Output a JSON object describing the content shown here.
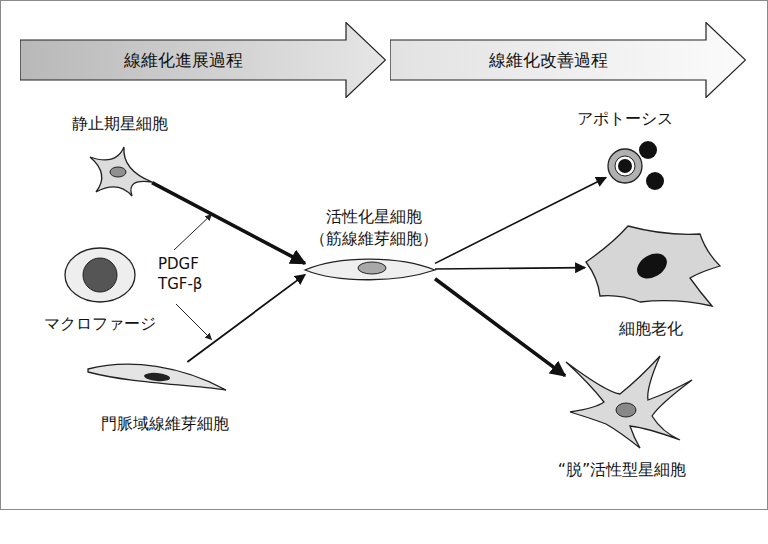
{
  "diagram": {
    "nodes": [
      {
        "text": [
          "線維化進展過程"
        ]
      },
      {
        "text": [
          "線維化改善過程"
        ]
      },
      {
        "text": [
          "静止期星細胞"
        ]
      },
      {
        "text": [
          "マクロファージ"
        ]
      },
      {
        "text": [
          "門脈域線維芽細胞"
        ]
      },
      {
        "text": [
          "活性化星細胞 （筋線維芽細胞）"
        ]
      },
      {
        "text": [
          "アポトーシス"
        ]
      },
      {
        "text": [
          "細胞老化"
        ]
      },
      {
        "text": [
          "“脱”活性型星細胞"
        ]
      }
    ],
    "edges": [
      {
        "from": 2,
        "to": 5,
        "arrow": "to"
      },
      {
        "from": 4,
        "to": 5,
        "arrow": "to"
      },
      {
        "from": 5,
        "to": 6,
        "arrow": "to"
      },
      {
        "from": 5,
        "to": 7,
        "arrow": "to"
      },
      {
        "from": 5,
        "to": 8,
        "arrow": "to"
      }
    ],
    "labels": [
      "PDGF",
      "TGF-β"
    ]
  }
}
